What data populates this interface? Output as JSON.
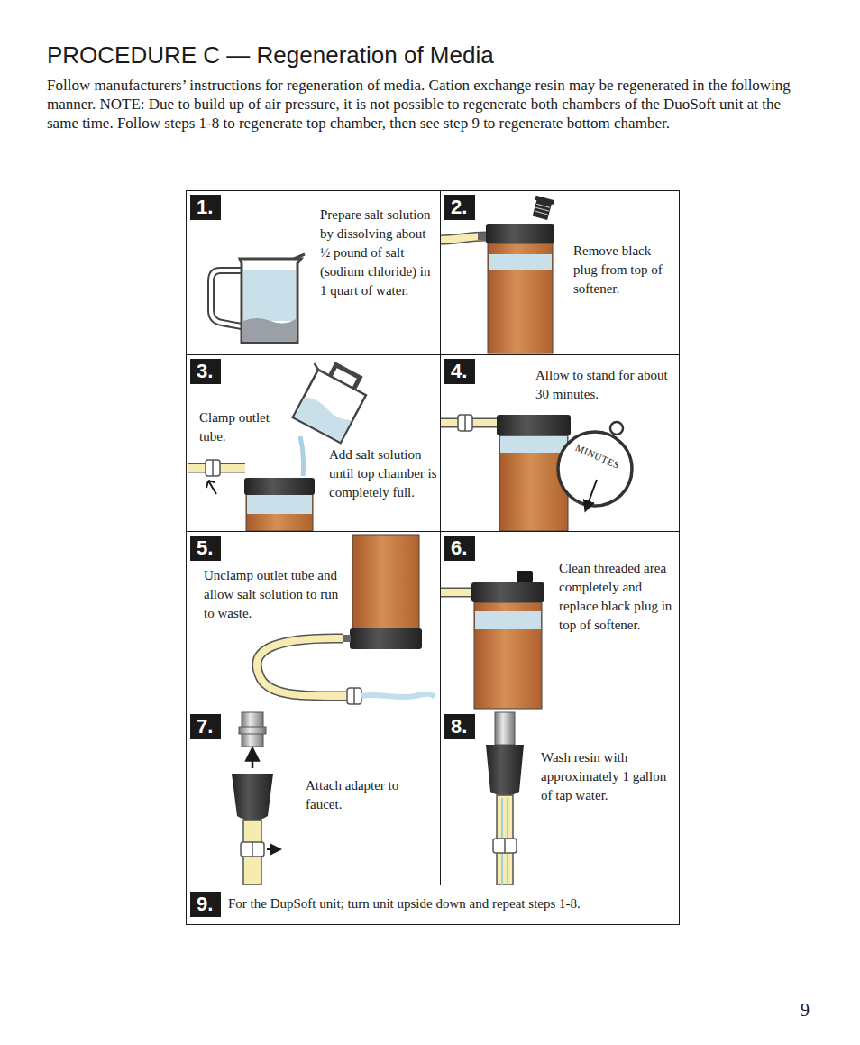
{
  "diagram": {
    "title": "PROCEDURE C — Regeneration of Media",
    "nodes": [
      {
        "text": [
          "1.",
          "Prepare salt solution by dissolving about ½ pound of salt (sodium chloride) in 1 quart of water."
        ]
      },
      {
        "text": [
          "2.",
          "Remove black plug from top of softener."
        ]
      },
      {
        "text": [
          "3.",
          "Clamp outlet tube.",
          "Add salt solution until top chamber is completely full."
        ]
      },
      {
        "text": [
          "4.",
          "Allow to stand for about 30 minutes."
        ]
      },
      {
        "text": [
          "5.",
          "Unclamp outlet tube and allow salt solution to run to waste."
        ]
      },
      {
        "text": [
          "6.",
          "Clean threaded area completely and replace black plug in top of softener."
        ]
      },
      {
        "text": [
          "7.",
          "Attach adapter to faucet."
        ]
      },
      {
        "text": [
          "8.",
          "Wash resin with approximately 1 gallon of tap water."
        ]
      },
      {
        "text": [
          "9.",
          "For the DupSoft unit; turn unit upside down and repeat steps 1-8."
        ]
      }
    ],
    "labels": [
      "Follow manufacturers’ instructions for regeneration of media. Cation exchange resin may be regenerated in the following manner. NOTE: Due to build up of air pressure, it is not possible to regenerate both chambers of the DuoSoft unit at the same time. Follow steps 1-8 to regenerate top chamber, then see step 9 to regenerate bottom chamber.",
      "MINUTES",
      "9"
    ]
  }
}
